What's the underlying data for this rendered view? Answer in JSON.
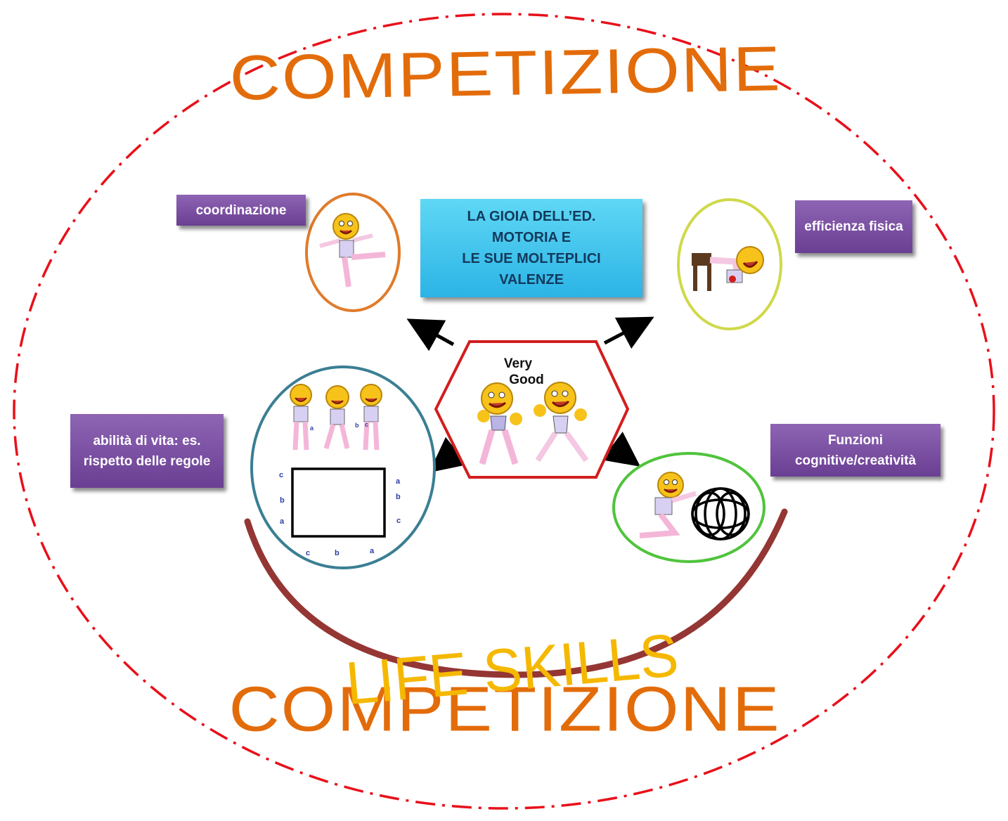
{
  "title_top": "COMPETIZIONE",
  "title_bottom": "COMPETIZIONE",
  "arc_label": "LIFE SKILLS",
  "center_box": "LA GIOIA DELL’ED.\nMOTORIA E\nLE SUE MOLTEPLICI\nVALENZE",
  "hexagon_caption": {
    "line1": "Very",
    "line2": "Good"
  },
  "boxes": {
    "coordinazione": "coordinazione",
    "efficienza": "efficienza fisica",
    "abilita": "abilità di vita: es. rispetto delle regole",
    "funzioni": "Funzioni cognitive/creatività"
  },
  "pattern_letters": {
    "small_row": [
      "a",
      "b",
      "c"
    ],
    "left": [
      "c",
      "b",
      "a"
    ],
    "right": [
      "a",
      "b",
      "c"
    ],
    "bottom": [
      "c",
      "b",
      "a"
    ]
  },
  "colors": {
    "outer_dashes": "#e8101a",
    "competizione": "#e36c0a",
    "life_skills": "#f5b800",
    "arc": "#943634",
    "box_purple": "#7b4fa6",
    "center_box": "#2fb8e8",
    "hexagon": "#d21e1e",
    "circle_coordinazione": "#e07b2a",
    "circle_efficienza": "#cfd94a",
    "circle_abilita": "#3a7f93",
    "circle_funzioni": "#50c43c"
  }
}
